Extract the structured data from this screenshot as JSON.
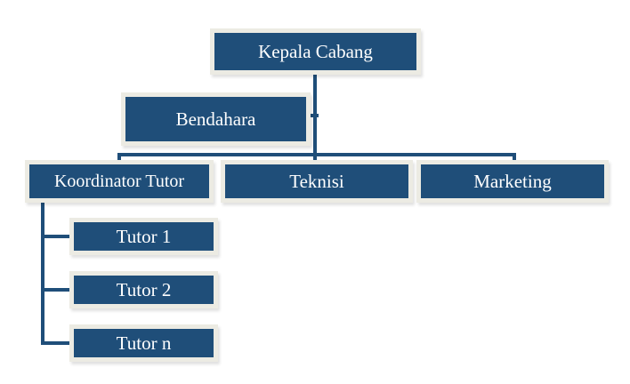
{
  "colors": {
    "box_fill": "#1f4e79",
    "box_border": "#ecebe3",
    "connector": "#1f4e79",
    "text": "#ffffff"
  },
  "nodes": {
    "head": "Kepala Cabang",
    "treasurer": "Bendahara",
    "tutor_coordinator": "Koordinator Tutor",
    "technician": "Teknisi",
    "marketing": "Marketing",
    "tutors": [
      "Tutor 1",
      "Tutor 2",
      "Tutor n"
    ]
  }
}
